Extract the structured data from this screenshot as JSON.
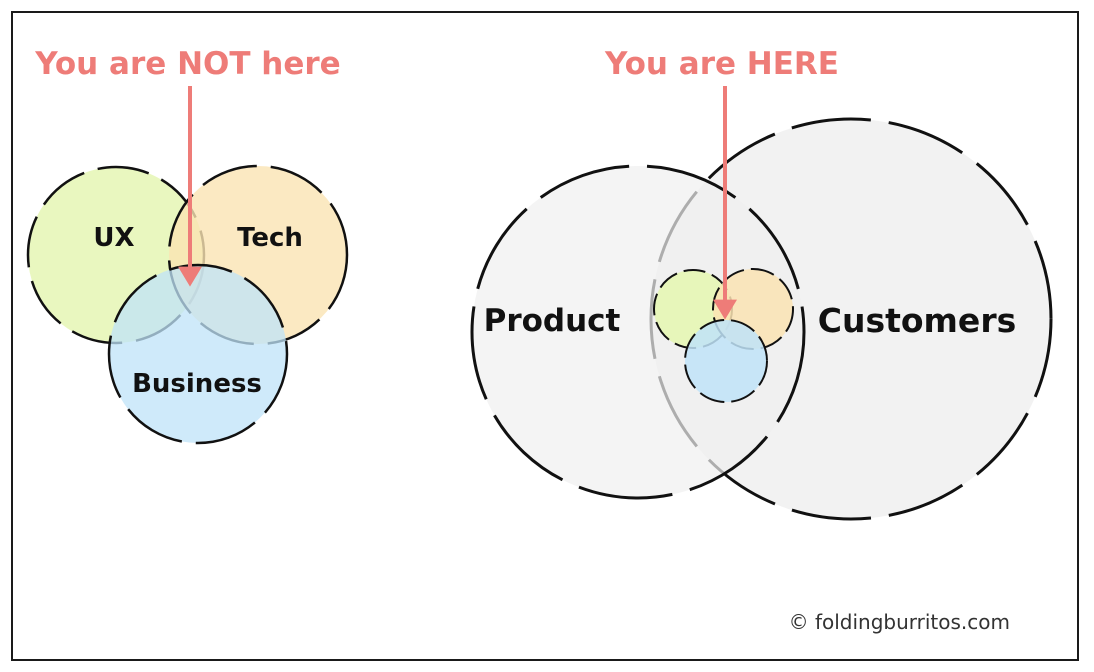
{
  "left_panel": {
    "caption": "You are NOT here",
    "circles": {
      "ux": "UX",
      "tech": "Tech",
      "business": "Business"
    }
  },
  "right_panel": {
    "caption": "You are HERE",
    "circles": {
      "product": "Product",
      "customers": "Customers"
    }
  },
  "credit": "© foldingburritos.com",
  "colors": {
    "accent": "#ee7c78",
    "ux": "#e5f6b4",
    "tech": "#fae3b3",
    "business": "#bfe3f8",
    "product": "#f0f0f0",
    "customers": "#f0f0f0",
    "outline": "#111111"
  }
}
